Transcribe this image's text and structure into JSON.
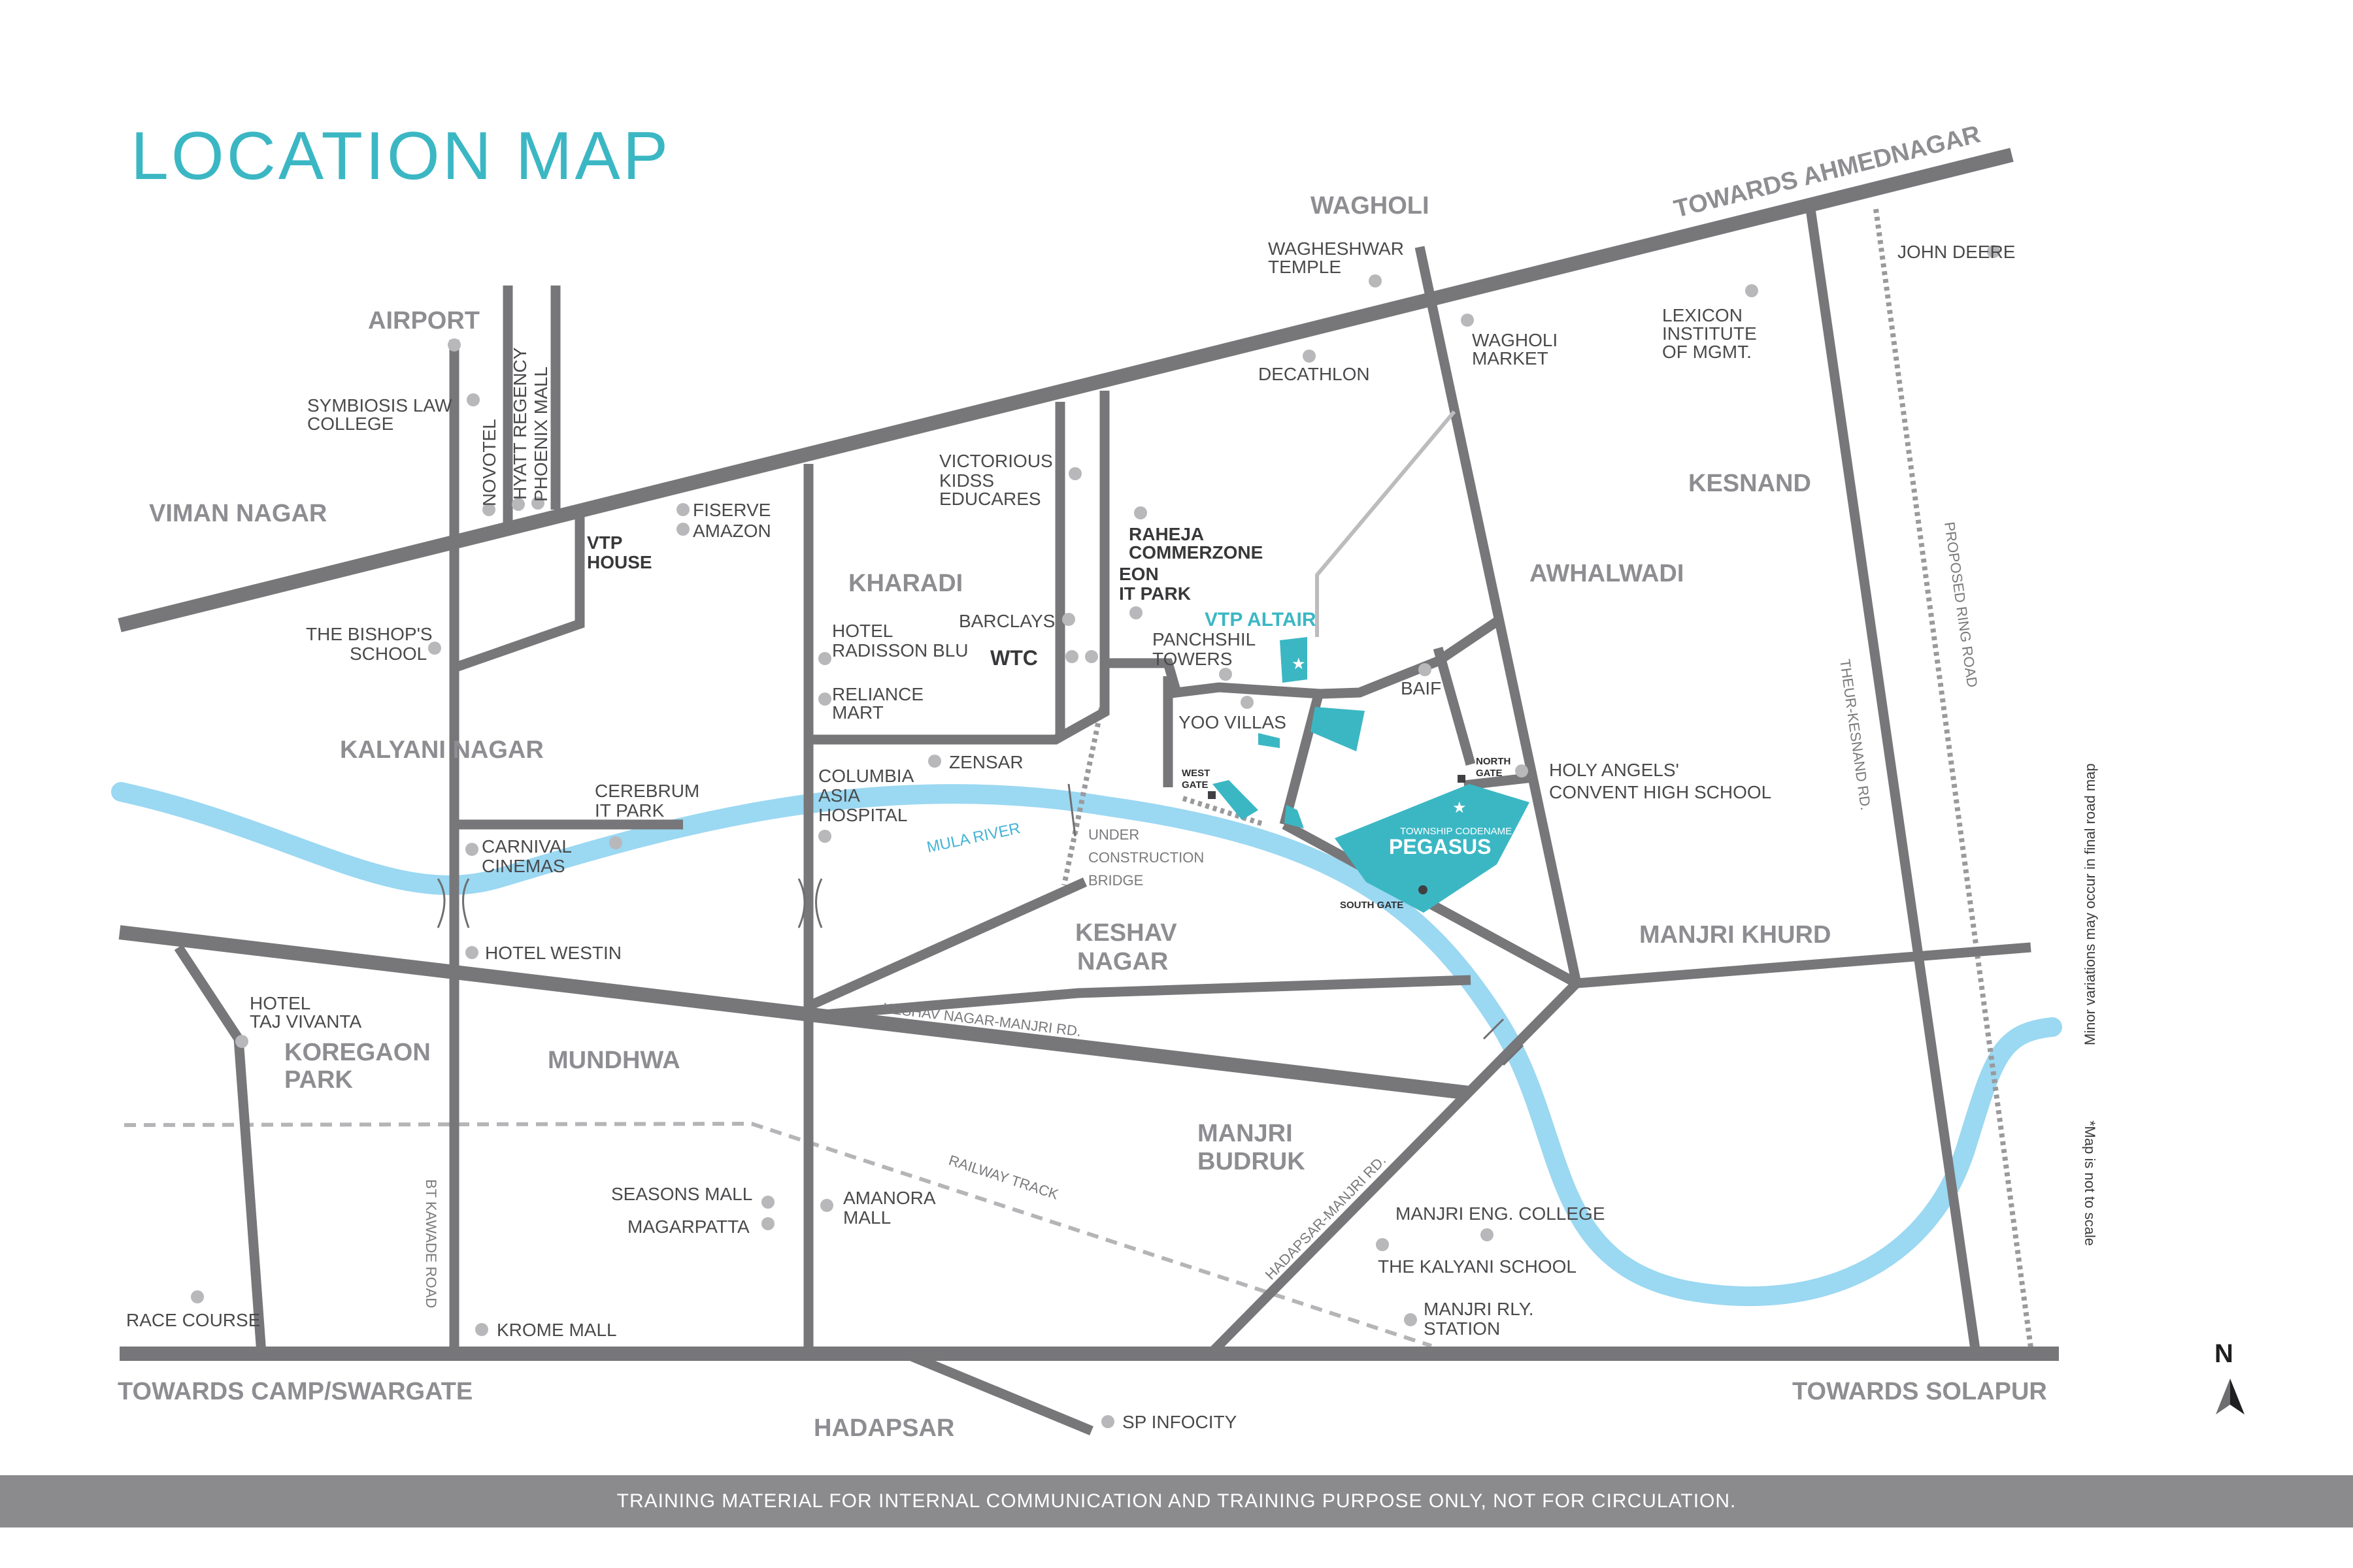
{
  "title": "LOCATION MAP",
  "footer": "TRAINING MATERIAL FOR INTERNAL COMMUNICATION AND TRAINING PURPOSE ONLY, NOT FOR CIRCULATION.",
  "compass": "N",
  "notes": {
    "variation": "Minor variations may occur in final road map",
    "scale": "*Map is not to scale"
  },
  "colors": {
    "accent": "#3bb7c4",
    "road": "#77777a",
    "river": "#9bd8f2",
    "footer_bar": "#8b8b8e"
  },
  "directions": {
    "ahmednagar": "TOWARDS AHMEDNAGAR",
    "camp": "TOWARDS CAMP/SWARGATE",
    "solapur": "TOWARDS  SOLAPUR"
  },
  "areas": {
    "wagholi": "WAGHOLI",
    "airport": "AIRPORT",
    "viman_nagar": "VIMAN NAGAR",
    "kharadi": "KHARADI",
    "kalyani_nagar": "KALYANI NAGAR",
    "kesnand": "KESNAND",
    "awhalwadi": "AWHALWADI",
    "keshav_nagar": [
      "KESHAV",
      "NAGAR"
    ],
    "manjri_khurd": "MANJRI KHURD",
    "koregaon_park": [
      "KOREGAON",
      "PARK"
    ],
    "mundhwa": "MUNDHWA",
    "manjri_budruk": [
      "MANJRI",
      "BUDRUK"
    ],
    "hadapsar": "HADAPSAR"
  },
  "roads": {
    "keshav_manjri": "KESHAV NAGAR-MANJRI RD.",
    "railway": "RAILWAY TRACK",
    "hadapsar_manjri": "HADAPSAR-MANJRI RD.",
    "bt_kawade": "BT KAWADE ROAD",
    "theur_kesnand": "THEUR-KESNAND RD.",
    "ring_road": "PROPOSED RING ROAD",
    "river": "MULA RIVER",
    "bridge": [
      "UNDER",
      "CONSTRUCTION",
      "BRIDGE"
    ]
  },
  "places": {
    "wagheshwar": [
      "WAGHESHWAR",
      "TEMPLE"
    ],
    "john_deere": "JOHN DEERE",
    "lexicon": [
      "LEXICON",
      "INSTITUTE",
      "OF MGMT."
    ],
    "wagholi_market": [
      "WAGHOLI",
      "MARKET"
    ],
    "decathlon": "DECATHLON",
    "symbiosis": [
      "SYMBIOSIS LAW",
      "COLLEGE"
    ],
    "novotel": "NOVOTEL",
    "hyatt": "HYATT REGENCY",
    "phoenix": "PHOENIX MALL",
    "fiserve": "FISERVE",
    "amazon": "AMAZON",
    "vtp_house": [
      "VTP",
      "HOUSE"
    ],
    "victorious": [
      "VICTORIOUS",
      "KIDSS",
      "EDUCARES"
    ],
    "raheja": [
      "RAHEJA",
      "COMMERZONE"
    ],
    "eon": [
      "EON",
      "IT PARK"
    ],
    "bishops": [
      "THE BISHOP'S",
      "SCHOOL"
    ],
    "hotel_radisson": [
      "HOTEL",
      "RADISSON BLU"
    ],
    "barclays": "BARCLAYS",
    "wtc": "WTC",
    "panchshil": [
      "PANCHSHIL",
      "TOWERS"
    ],
    "baif": "BAIF",
    "reliance": [
      "RELIANCE",
      "MART"
    ],
    "yoo_villas": "YOO VILLAS",
    "zensar": "ZENSAR",
    "holy_angels": [
      "HOLY ANGELS'",
      "CONVENT HIGH SCHOOL"
    ],
    "columbia": [
      "COLUMBIA",
      "ASIA",
      "HOSPITAL"
    ],
    "cerebrum": [
      "CEREBRUM",
      "IT PARK"
    ],
    "carnival": [
      "CARNIVAL",
      "CINEMAS"
    ],
    "hotel_westin": "HOTEL WESTIN",
    "hotel_taj": [
      "HOTEL",
      "TAJ VIVANTA"
    ],
    "seasons": "SEASONS MALL",
    "magarpatta": "MAGARPATTA",
    "amanora": [
      "AMANORA",
      "MALL"
    ],
    "manjri_eng": "MANJRI ENG. COLLEGE",
    "kalyani_school": "THE KALYANI SCHOOL",
    "manjri_rly": [
      "MANJRI RLY.",
      "STATION"
    ],
    "race_course": "RACE COURSE",
    "krome": "KROME MALL",
    "sp_infocity": "SP INFOCITY"
  },
  "project": {
    "vtp_altair": "VTP ALTAIR",
    "codename": "TOWNSHIP CODENAME",
    "pegasus": "PEGASUS",
    "north_gate": [
      "NORTH",
      "GATE"
    ],
    "west_gate": [
      "WEST",
      "GATE"
    ],
    "south_gate": "SOUTH GATE"
  }
}
